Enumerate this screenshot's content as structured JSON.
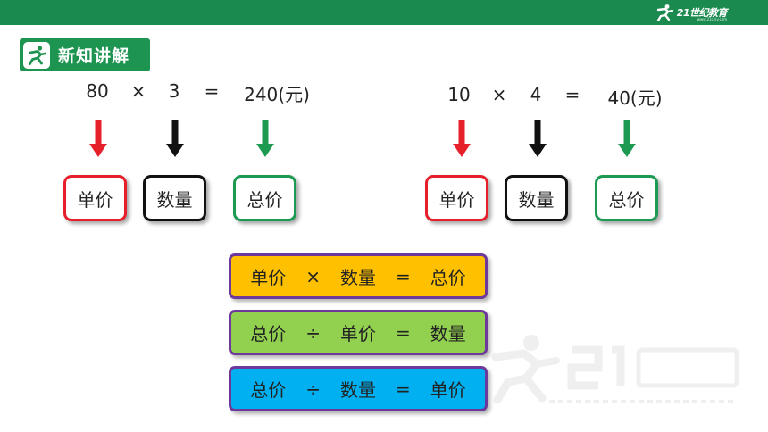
{
  "brand": {
    "text": "21世纪教育",
    "url": "www.21cnjy.com"
  },
  "section_title": "新知讲解",
  "equation_left": {
    "a": "80",
    "op": "×",
    "b": "3",
    "eq": "=",
    "result": "240(元)"
  },
  "equation_right": {
    "a": "10",
    "op": "×",
    "b": "4",
    "eq": "=",
    "result": "40(元)"
  },
  "terms": {
    "unit_price": "单价",
    "quantity": "数量",
    "total_price": "总价"
  },
  "formulas": [
    {
      "left": "单价",
      "op": "×",
      "right": "数量",
      "eq": "=",
      "result": "总价",
      "color": "#ffc000"
    },
    {
      "left": "总价",
      "op": "÷",
      "right": "单价",
      "eq": "=",
      "result": "数量",
      "color": "#92d050"
    },
    {
      "left": "总价",
      "op": "÷",
      "right": "数量",
      "eq": "=",
      "result": "单价",
      "color": "#00b0f0"
    }
  ],
  "colors": {
    "header": "#1a8a4e",
    "red": "#e5202a",
    "black": "#111111",
    "green": "#1c9a52",
    "formula_border": "#6d3a9c"
  }
}
